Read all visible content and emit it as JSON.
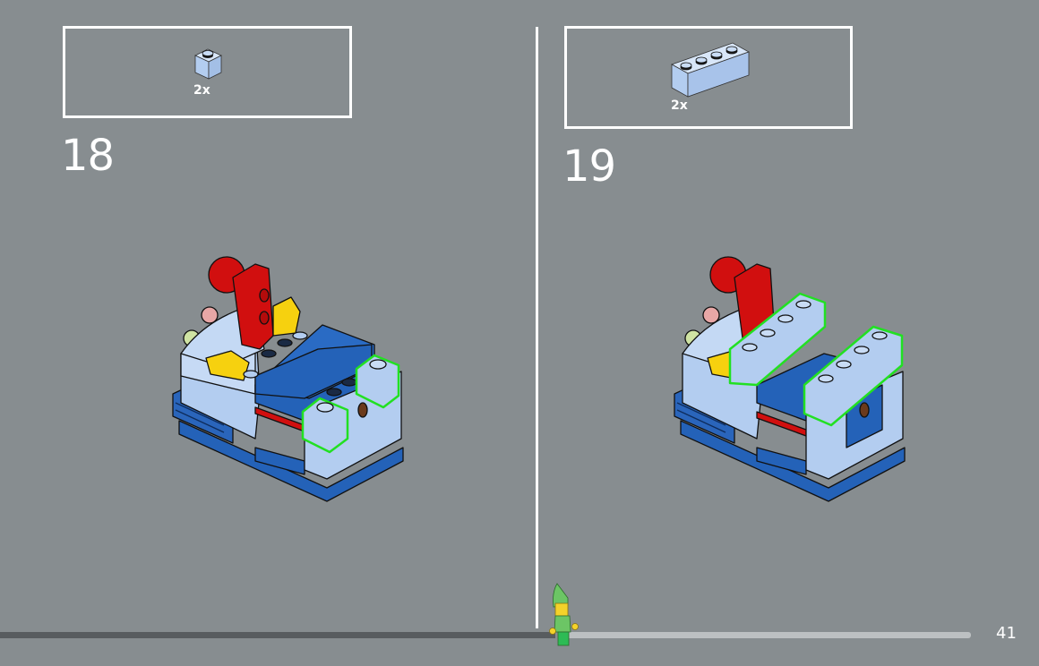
{
  "document": {
    "type": "building-instructions",
    "page_number": "41"
  },
  "steps": [
    {
      "number": "18",
      "parts": [
        {
          "name": "brick-1x1",
          "color": "#b3cdf0",
          "quantity": "2x"
        }
      ],
      "highlight_color": "#22e022"
    },
    {
      "number": "19",
      "parts": [
        {
          "name": "brick-1x4",
          "color": "#b3cdf0",
          "quantity": "2x"
        }
      ],
      "highlight_color": "#22e022"
    }
  ],
  "colors": {
    "background": "#878d90",
    "light_blue": "#b3cdf0",
    "blue": "#2462b8",
    "red": "#d10f0f",
    "yellow": "#f6d10f",
    "highlight": "#22e022",
    "progress_done": "#585c5f",
    "progress_remaining": "#bcc0c2"
  },
  "progress": {
    "mascot": "elf-minifigure"
  }
}
